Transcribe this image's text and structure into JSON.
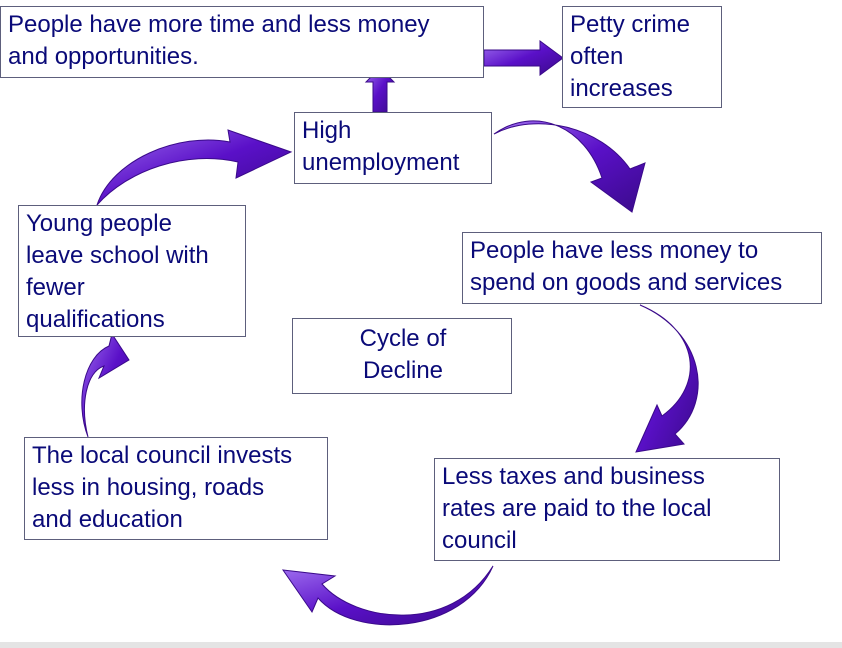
{
  "colors": {
    "arrow_fill": "#5a10c8",
    "arrow_highlight": "#a070f0",
    "arrow_edge": "#3a0a8a",
    "text": "#0a0a78",
    "box_border": "#5d5f7c"
  },
  "diagram": {
    "center_label": [
      "Cycle of",
      "Decline"
    ],
    "nodes": {
      "more_time": [
        "People have more time and less money",
        "and opportunities."
      ],
      "petty_crime": [
        "Petty crime",
        "often",
        "increases"
      ],
      "high_unemployment": [
        "High",
        "unemployment"
      ],
      "less_money": [
        "People have less money to",
        "spend on goods and services"
      ],
      "less_taxes": [
        "Less taxes and business",
        "rates are paid to the local",
        "council"
      ],
      "council_invests": [
        "The local council invests",
        "less in housing, roads",
        "and education"
      ],
      "young_people": [
        "Young people",
        "leave school with",
        "fewer",
        "qualifications"
      ]
    }
  }
}
